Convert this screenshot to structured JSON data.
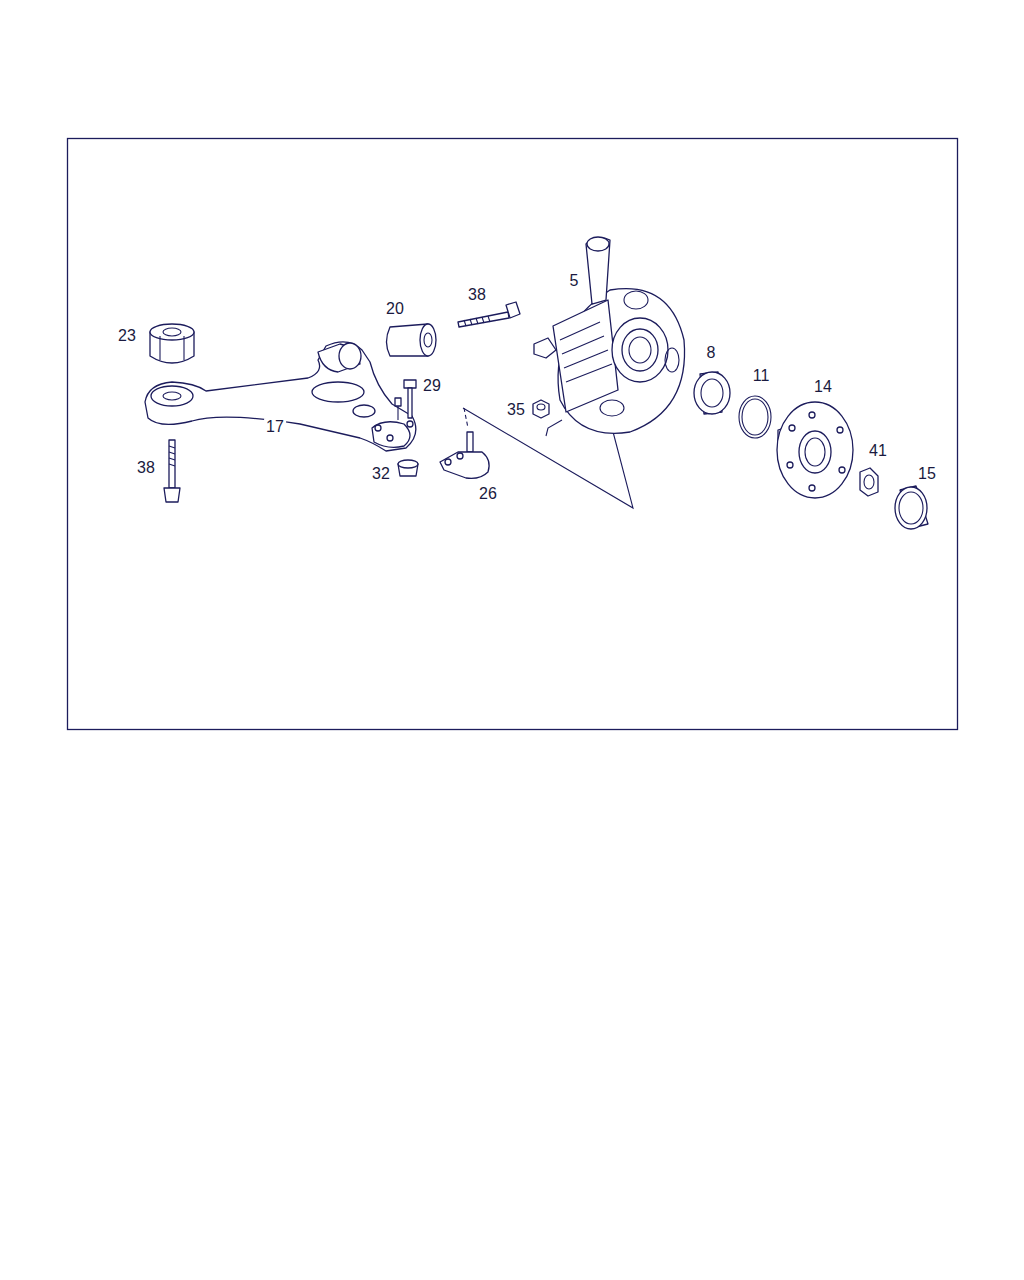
{
  "diagram": {
    "labels": [
      "23",
      "20",
      "38",
      "5",
      "8",
      "11",
      "14",
      "29",
      "35",
      "17",
      "38",
      "32",
      "26",
      "41",
      "15"
    ]
  }
}
